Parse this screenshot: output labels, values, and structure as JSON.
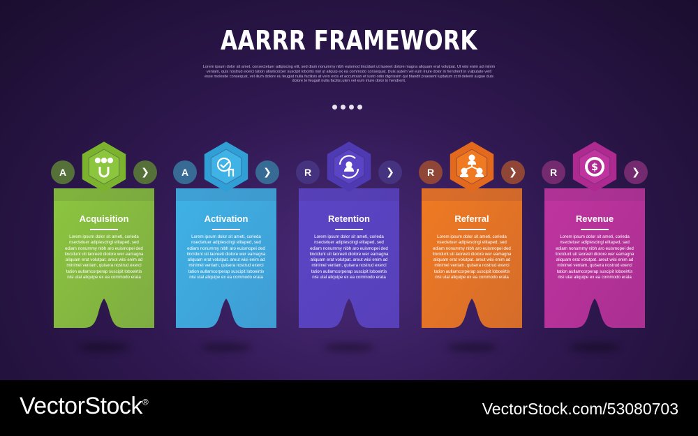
{
  "header": {
    "title": "AARRR FRAMEWORK",
    "description": "Lorem ipsum dolor sit amet, consectetuer adipiscing elit, sed diam nonummy nibh euismod tincidunt ut laoreet dolore magna aliquam erat volutpat. Ut wisi enim ad minim veniam, quis nostrud exerci tation ullamcorper suscipit lobortis nisl ut aliquip ex ea commodo consequat. Duis autem vel eum iriure dolor in hendrerit in vulputate velit esse molestie consequat, vel illum dolore eu feugiat nulla facilisis at vero eros et accumsan et iusto odio dignissim qui blandit praesent luptatum zzril delenit augue duis dolore te feugait nulla facilisi.uten vel eum iriure dolor in hendrerit."
  },
  "cards": [
    {
      "letter": "A",
      "arrow": "❯",
      "title": "Acquisition",
      "body": "Lorem ipsum dolor sit ameti, corieda nsectetuer adipiescingi elitaped, sed ediam nonummy nibh aro euismopei ded tincidunt uti laoreeti diolore wer eamagna aliquam erat volutpat. areut wisi enim ad minimei veniam, quisera nostrud exerci tation aullamcorperap suscipit loboeirtis nisi utal aliquipe ex ea commodo erata",
      "icon": "magnet-people-icon",
      "colors": {
        "main": "#8cc63f",
        "dark": "#5f7f3a",
        "hex": "#7cb32e",
        "letter_bg": "#56703a"
      }
    },
    {
      "letter": "A",
      "arrow": "❯",
      "title": "Activation",
      "body": "Lorem ipsum dolor sit ameti, corieda nsectetuer adipiescingi elitaped, sed ediam nonummy nibh aro euismopei ded tincidunt uti laoreeti diolore wer eamagna aliquam erat volutpat. areut wisi enim ad minimei veniam, quisera nostrud exerci tation aullamcorperap suscipit loboeirtis nisi utal aliquipe ex ea commodo erata",
      "icon": "check-hand-icon",
      "colors": {
        "main": "#3fb2e6",
        "dark": "#3a73a6",
        "hex": "#2f9fd6",
        "letter_bg": "#386a96"
      }
    },
    {
      "letter": "R",
      "arrow": "❯",
      "title": "Retention",
      "body": "Lorem ipsum dolor sit ameti, corieda nsectetuer adipiescingi elitaped, sed ediam nonummy nibh aro euismopei ded tincidunt uti laoreeti diolore wer eamagna aliquam erat volutpat. areut wisi enim ad minimei veniam, quisera nostrud exerci tation aullamcorperap suscipit loboeirtis nisi utal aliquipe ex ea commodo erata",
      "icon": "user-cycle-icon",
      "colors": {
        "main": "#5b45c6",
        "dark": "#4a358f",
        "hex": "#4e3ab3",
        "letter_bg": "#45337f"
      }
    },
    {
      "letter": "R",
      "arrow": "❯",
      "title": "Referral",
      "body": "Lorem ipsum dolor sit ameti, corieda nsectetuer adipiescingi elitaped, sed ediam nonummy nibh aro euismopei ded tincidunt uti laoreeti diolore wer eamagna aliquam erat volutpat. areut wisi enim ad minimei veniam, quisera nostrud exerci tation aullamcorperap suscipit loboeirtis nisi utal aliquipe ex ea commodo erata",
      "icon": "network-people-icon",
      "colors": {
        "main": "#f07a22",
        "dark": "#9e4c3a",
        "hex": "#e36a1c",
        "letter_bg": "#8f4636"
      }
    },
    {
      "letter": "R",
      "arrow": "❯",
      "title": "Revenue",
      "body": "Lorem ipsum dolor sit ameti, corieda nsectetuer adipiescingi elitaped, sed ediam nonummy nibh aro euismopei ded tincidunt uti laoreeti diolore wer eamagna aliquam erat volutpat. areut wisi enim ad minimei veniam, quisera nostrud exerci tation aullamcorperap suscipit loboeirtis nisi utal aliquipe ex ea commodo erata",
      "icon": "dollar-coin-icon",
      "colors": {
        "main": "#c0349f",
        "dark": "#7f2f7a",
        "hex": "#ae2a90",
        "letter_bg": "#742a6f"
      }
    }
  ],
  "footer": {
    "brand": "VectorStock",
    "brand_mark": "®",
    "stock_id": "VectorStock.com/53080703"
  }
}
